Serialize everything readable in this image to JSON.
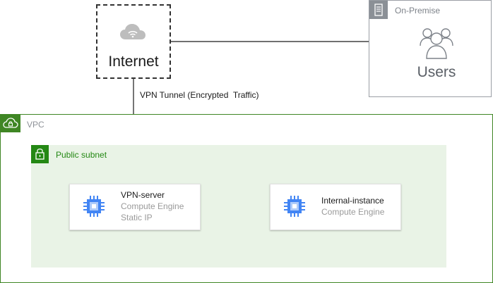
{
  "internet": {
    "label": "Internet",
    "icon": "cloud-wifi-icon"
  },
  "on_premise": {
    "label": "On-Premise",
    "icon": "server-icon",
    "users_label": "Users",
    "users_icon": "users-icon"
  },
  "tunnel": {
    "label": "VPN Tunnel (Encrypted  Traffic)"
  },
  "vpc": {
    "label": "VPC",
    "icon": "cloud-lock-icon",
    "color": "#3f8624"
  },
  "subnet": {
    "label": "Public subnet",
    "icon": "padlock-icon",
    "color": "#248814",
    "fill": "#e9f3e6"
  },
  "instances": [
    {
      "title": "VPN-server",
      "subtitle": "Compute Engine",
      "detail": "Static IP",
      "icon": "compute-engine-chip-icon"
    },
    {
      "title": "Internal-instance",
      "subtitle": "Compute Engine",
      "icon": "compute-engine-chip-icon"
    }
  ],
  "colors": {
    "chip_blue": "#4285f4",
    "onprem_gray": "#8b9096"
  }
}
